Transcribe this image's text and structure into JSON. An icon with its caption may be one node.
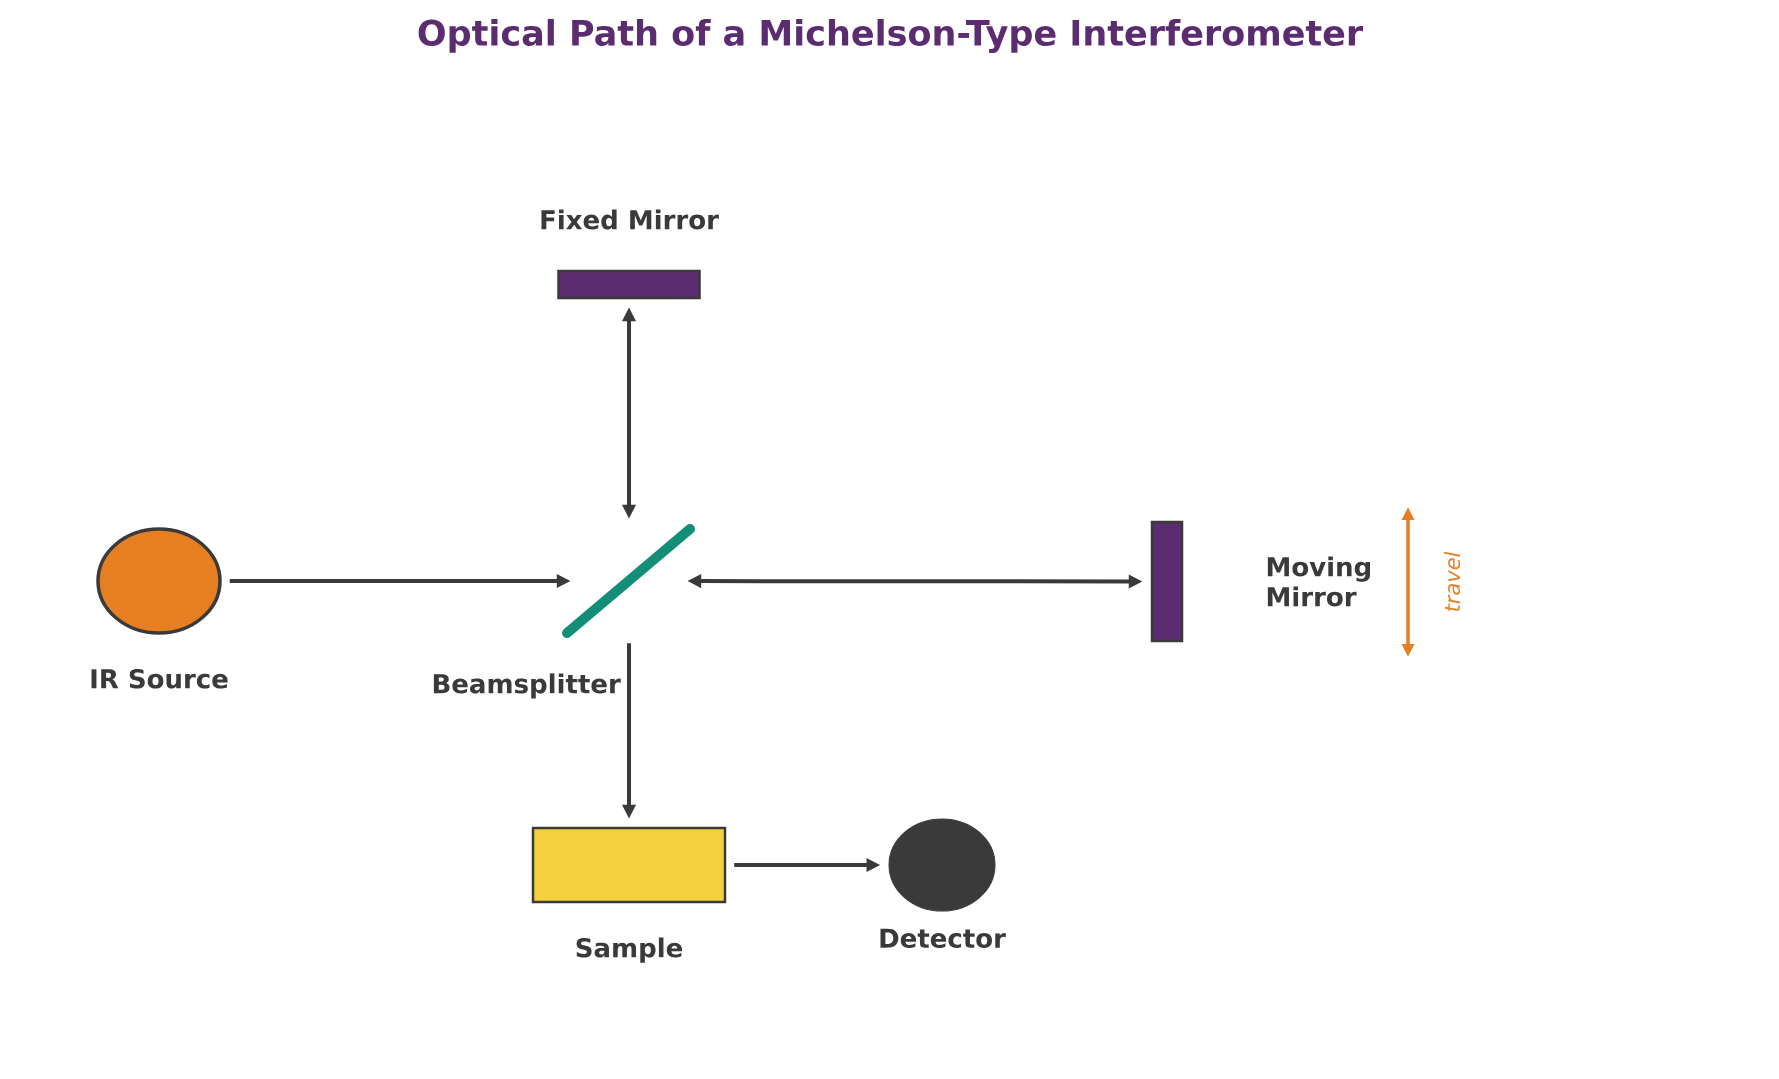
{
  "diagram": {
    "title": "Optical Path of a Michelson-Type Interferometer",
    "nodes": [
      {
        "text": [
          "Fixed Mirror"
        ]
      },
      {
        "text": [
          "IR Source"
        ]
      },
      {
        "text": [
          "Beamsplitter"
        ]
      },
      {
        "text": [
          "Moving Mirror"
        ]
      },
      {
        "text": [
          "Sample"
        ]
      },
      {
        "text": [
          "Detector"
        ]
      }
    ],
    "edges": [
      {
        "from": 1,
        "to": 2,
        "arrow": "to"
      },
      {
        "from": 2,
        "to": 0,
        "arrow": "both"
      },
      {
        "from": 2,
        "to": 3,
        "arrow": "both"
      },
      {
        "from": 2,
        "to": 4,
        "arrow": "to"
      },
      {
        "from": 4,
        "to": 5,
        "arrow": "to"
      }
    ],
    "labels": [
      "travel"
    ]
  }
}
